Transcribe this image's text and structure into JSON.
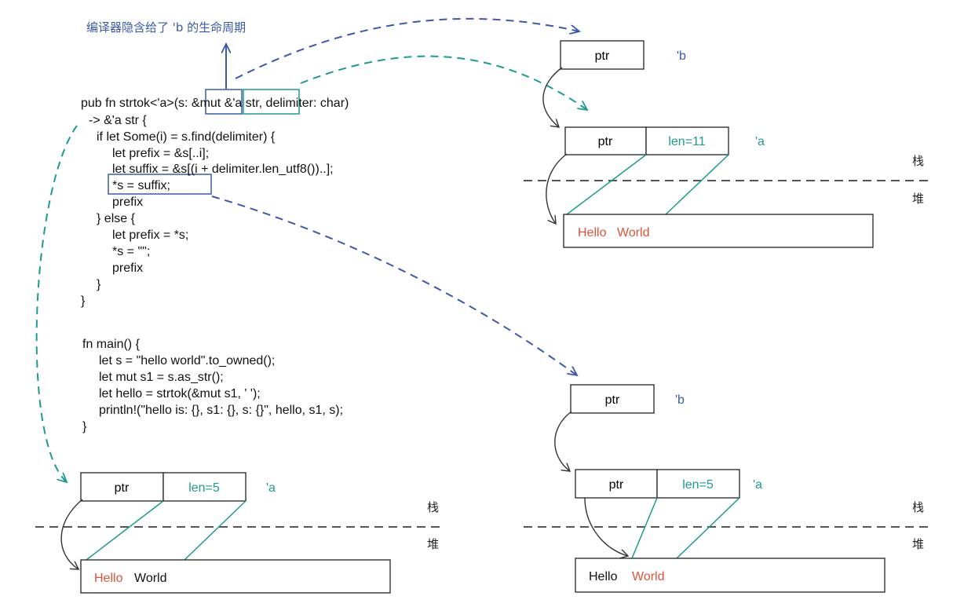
{
  "annotation": "编译器隐含给了 'b 的生命周期",
  "strtok_code": [
    "pub fn strtok<'a>(s: &mut &'a str, delimiter: char)",
    "-> &'a str {",
    "if let Some(i) = s.find(delimiter) {",
    "let prefix = &s[..i];",
    "let suffix = &s[(i + delimiter.len_utf8())..];",
    "*s = suffix;",
    "prefix",
    "} else {",
    "let prefix = *s;",
    "*s = \"\";",
    "prefix",
    "}",
    "}"
  ],
  "main_code": [
    "fn main() {",
    "let s = \"hello world\".to_owned();",
    "let mut s1 = s.as_str();",
    "let hello = strtok(&mut s1, ' ');",
    "println!(\"hello is: {}, s1: {}, s: {}\", hello, s1, s);",
    "}"
  ],
  "labels": {
    "ptr": "ptr",
    "len11": "len=11",
    "len5": "len=5",
    "lifetime_a": "'a",
    "lifetime_b": "'b",
    "stack": "栈",
    "heap": "堆",
    "hello": "Hello",
    "world": "World"
  },
  "colors": {
    "blue": "#3a5aa8",
    "teal": "#1e9a8e",
    "highlight": "#e0523a"
  }
}
